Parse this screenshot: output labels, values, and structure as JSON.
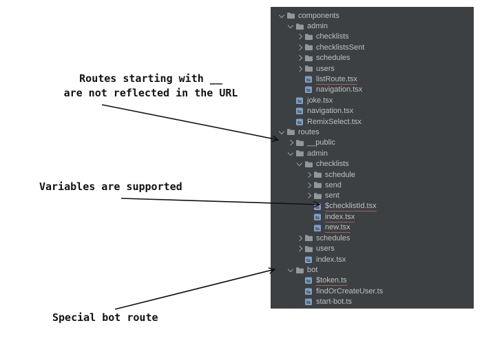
{
  "colors": {
    "page_bg": "#ffffff",
    "panel_bg": "#3d4043",
    "tree_text": "#bdc0c2",
    "chevron": "#9da1a4",
    "folder_icon": "#90979d",
    "file_icon": "#7ea0c6",
    "underline": "#a1635e",
    "annotation_text": "#111111",
    "arrow": "#111111"
  },
  "annotations": [
    {
      "lines": [
        "Routes starting with __",
        "are not reflected in the URL"
      ]
    },
    {
      "lines": [
        "Variables are supported"
      ]
    },
    {
      "lines": [
        "Special bot route"
      ]
    }
  ],
  "tree": {
    "items": [
      {
        "label": "components",
        "type": "folder",
        "state": "open",
        "depth": 0
      },
      {
        "label": "admin",
        "type": "folder",
        "state": "open",
        "depth": 1
      },
      {
        "label": "checklists",
        "type": "folder",
        "state": "closed",
        "depth": 2
      },
      {
        "label": "checklistsSent",
        "type": "folder",
        "state": "closed",
        "depth": 2
      },
      {
        "label": "schedules",
        "type": "folder",
        "state": "closed",
        "depth": 2
      },
      {
        "label": "users",
        "type": "folder",
        "state": "closed",
        "depth": 2
      },
      {
        "label": "listRoute.tsx",
        "type": "file",
        "depth": 2,
        "underline": true
      },
      {
        "label": "navigation.tsx",
        "type": "file",
        "depth": 2
      },
      {
        "label": "joke.tsx",
        "type": "file",
        "depth": 1
      },
      {
        "label": "navigation.tsx",
        "type": "file",
        "depth": 1
      },
      {
        "label": "RemixSelect.tsx",
        "type": "file",
        "depth": 1
      },
      {
        "label": "routes",
        "type": "folder",
        "state": "open",
        "depth": 0
      },
      {
        "label": "__public",
        "type": "folder",
        "state": "closed",
        "depth": 1
      },
      {
        "label": "admin",
        "type": "folder",
        "state": "open",
        "depth": 1
      },
      {
        "label": "checklists",
        "type": "folder",
        "state": "open",
        "depth": 2
      },
      {
        "label": "schedule",
        "type": "folder",
        "state": "closed",
        "depth": 3
      },
      {
        "label": "send",
        "type": "folder",
        "state": "closed",
        "depth": 3
      },
      {
        "label": "sent",
        "type": "folder",
        "state": "closed",
        "depth": 3
      },
      {
        "label": "$checklistId.tsx",
        "type": "file",
        "depth": 3,
        "underline": true
      },
      {
        "label": "index.tsx",
        "type": "file",
        "depth": 3,
        "underline": true
      },
      {
        "label": "new.tsx",
        "type": "file",
        "depth": 3,
        "underline": true
      },
      {
        "label": "schedules",
        "type": "folder",
        "state": "closed",
        "depth": 2
      },
      {
        "label": "users",
        "type": "folder",
        "state": "closed",
        "depth": 2
      },
      {
        "label": "index.tsx",
        "type": "file",
        "depth": 2
      },
      {
        "label": "bot",
        "type": "folder",
        "state": "open",
        "depth": 1
      },
      {
        "label": "$token.ts",
        "type": "file",
        "depth": 2,
        "underline": true
      },
      {
        "label": "findOrCreateUser.ts",
        "type": "file",
        "depth": 2
      },
      {
        "label": "start-bot.ts",
        "type": "file",
        "depth": 2
      }
    ]
  }
}
